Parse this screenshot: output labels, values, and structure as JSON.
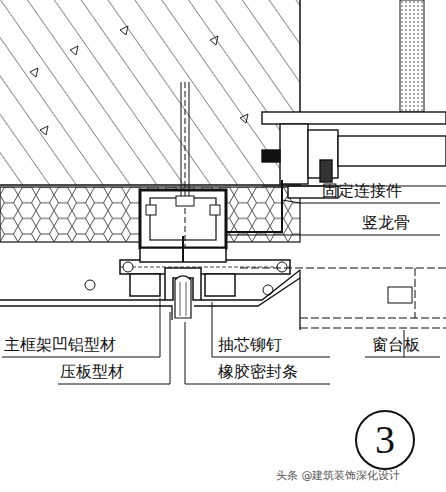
{
  "diagram": {
    "nodes": [
      {
        "text": [
          "3"
        ]
      }
    ],
    "labels": [
      "固定连接件",
      "竖龙骨",
      "主框架凹铝型材",
      "压板型材",
      "抽芯铆钉",
      "橡胶密封条",
      "窗台板",
      "头条 @建筑装饰深化设计"
    ]
  }
}
